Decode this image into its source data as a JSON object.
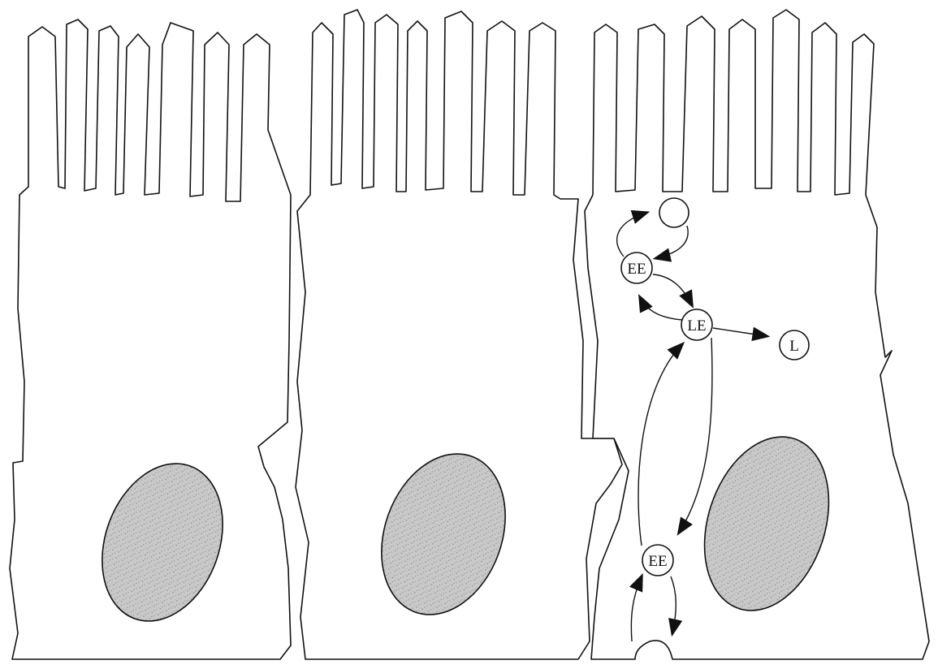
{
  "diagram": {
    "cells": [
      {
        "id": "cell-left"
      },
      {
        "id": "cell-middle"
      },
      {
        "id": "cell-right"
      }
    ],
    "compartments": {
      "early_endosome_apical": "EE",
      "late_endosome": "LE",
      "lysosome": "L",
      "early_endosome_basal": "EE"
    },
    "colors": {
      "outline": "#111111",
      "nucleus_fill": "#bdbdbd",
      "background": "#ffffff"
    }
  }
}
